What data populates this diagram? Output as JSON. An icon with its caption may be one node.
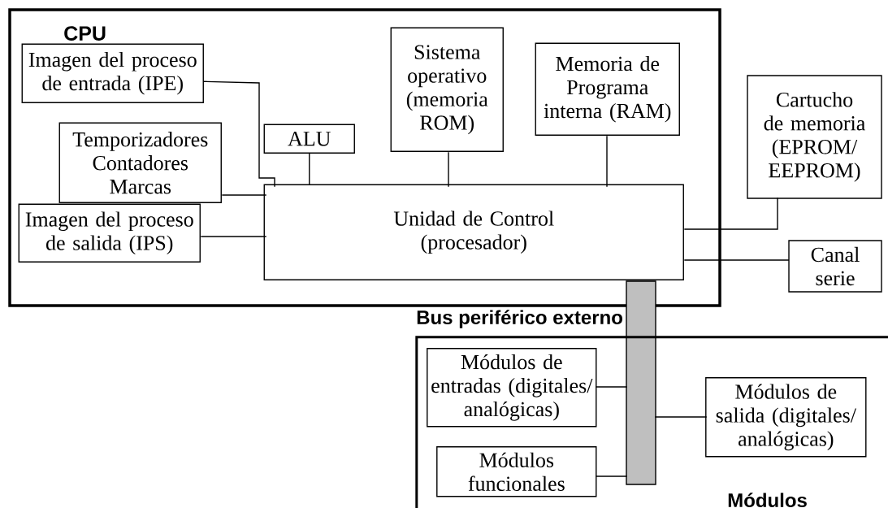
{
  "diagram": {
    "nodes": [
      {
        "text": [
          "CPU"
        ]
      },
      {
        "text": [
          "Imagen del proceso de entrada (IPE)"
        ],
        "in": 0
      },
      {
        "text": [
          "Temporizadores Contadores Marcas"
        ],
        "in": 0
      },
      {
        "text": [
          "Imagen del proceso de salida (IPS)"
        ],
        "in": 0
      },
      {
        "text": [
          "ALU"
        ],
        "in": 0
      },
      {
        "text": [
          "Sistema operativo (memoria ROM)"
        ],
        "in": 0
      },
      {
        "text": [
          "Memoria de Programa interna (RAM)"
        ],
        "in": 0
      },
      {
        "text": [
          "Unidad de Control (procesador)"
        ],
        "in": 0
      },
      {
        "text": [
          "Cartucho de memoria (EPROM/ EEPROM)"
        ]
      },
      {
        "text": [
          "Canal serie"
        ]
      },
      {
        "text": [],
        "shape": "bar"
      },
      {
        "text": [
          "Módulos"
        ]
      },
      {
        "text": [
          "Módulos de entradas (digitales/ analógicas)"
        ],
        "in": 11
      },
      {
        "text": [
          "Módulos funcionales"
        ],
        "in": 11
      },
      {
        "text": [
          "Módulos de salida (digitales/ analógicas)"
        ],
        "in": 11
      }
    ],
    "edges": [
      {
        "from": 1,
        "to": 7,
        "arrow": "none"
      },
      {
        "from": 2,
        "to": 7,
        "arrow": "none"
      },
      {
        "from": 3,
        "to": 7,
        "arrow": "none"
      },
      {
        "from": 4,
        "to": 7,
        "arrow": "none"
      },
      {
        "from": 5,
        "to": 7,
        "arrow": "none"
      },
      {
        "from": 6,
        "to": 7,
        "arrow": "none"
      },
      {
        "from": 7,
        "to": 8,
        "arrow": "none"
      },
      {
        "from": 7,
        "to": 9,
        "arrow": "none"
      },
      {
        "from": 12,
        "to": 10,
        "arrow": "none"
      },
      {
        "from": 13,
        "to": 10,
        "arrow": "none"
      },
      {
        "from": 10,
        "to": 14,
        "arrow": "none"
      }
    ],
    "labels": [
      "Bus periférico externo"
    ]
  }
}
